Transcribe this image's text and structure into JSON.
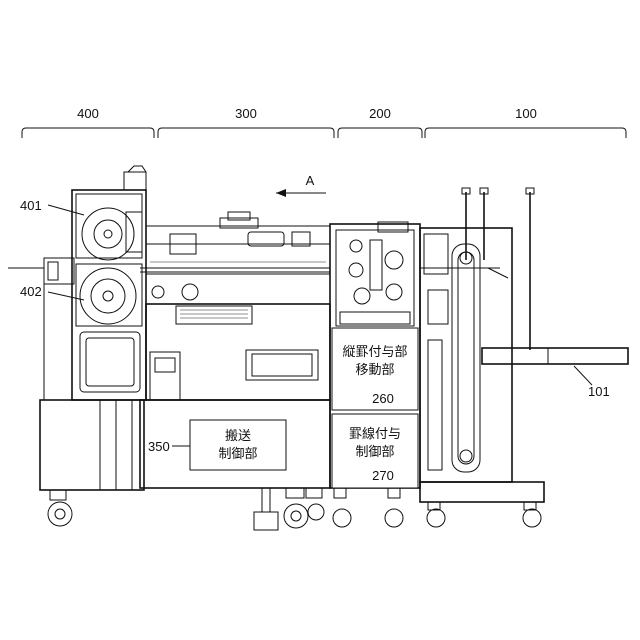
{
  "sections": [
    {
      "id": "section-400",
      "label": "400"
    },
    {
      "id": "section-300",
      "label": "300"
    },
    {
      "id": "section-200",
      "label": "200"
    },
    {
      "id": "section-100",
      "label": "100"
    }
  ],
  "direction_label": "A",
  "refs": {
    "r401": "401",
    "r402": "402",
    "r101": "101",
    "r350": "350",
    "r260": "260",
    "r270": "270"
  },
  "boxes": {
    "transport_control": [
      "搬送",
      "制御部"
    ],
    "ruled_line_move": [
      "縦罫付与部",
      "移動部"
    ],
    "ruled_line_control": [
      "罫線付与",
      "制御部"
    ]
  }
}
